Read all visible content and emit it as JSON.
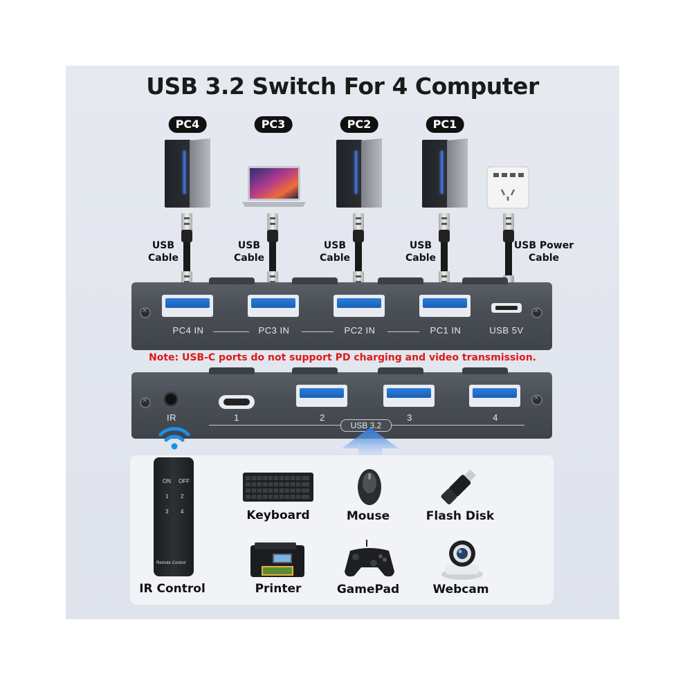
{
  "title": "USB 3.2 Switch For 4 Computer",
  "computers": [
    {
      "label": "PC4"
    },
    {
      "label": "PC3"
    },
    {
      "label": "PC2"
    },
    {
      "label": "PC1"
    }
  ],
  "cables": {
    "usb_cable": "USB\nCable",
    "power_cable": "USB Power\nCable"
  },
  "hub_top": {
    "ports": [
      "PC4 IN",
      "PC3 IN",
      "PC2 IN",
      "PC1 IN",
      "USB 5V"
    ]
  },
  "note": "Note: USB-C ports do not support PD charging and video transmission.",
  "hub_bottom": {
    "ir_label": "IR",
    "port_numbers": [
      "1",
      "2",
      "3",
      "4"
    ],
    "usb_badge": "USB 3.2"
  },
  "remote": {
    "on": "ON",
    "off": "OFF",
    "keys": [
      "1",
      "2",
      "3",
      "4"
    ],
    "brand": "Remote Control"
  },
  "devices": [
    {
      "label": "IR Control",
      "icon": "remote-icon"
    },
    {
      "label": "Keyboard",
      "icon": "keyboard-icon"
    },
    {
      "label": "Mouse",
      "icon": "mouse-icon"
    },
    {
      "label": "Flash Disk",
      "icon": "flash-disk-icon"
    },
    {
      "label": "Printer",
      "icon": "printer-icon"
    },
    {
      "label": "GamePad",
      "icon": "gamepad-icon"
    },
    {
      "label": "Webcam",
      "icon": "webcam-icon"
    }
  ],
  "colors": {
    "accent_blue": "#1e6fd9",
    "note_red": "#e01818",
    "hub_gray": "#4a4f56"
  }
}
